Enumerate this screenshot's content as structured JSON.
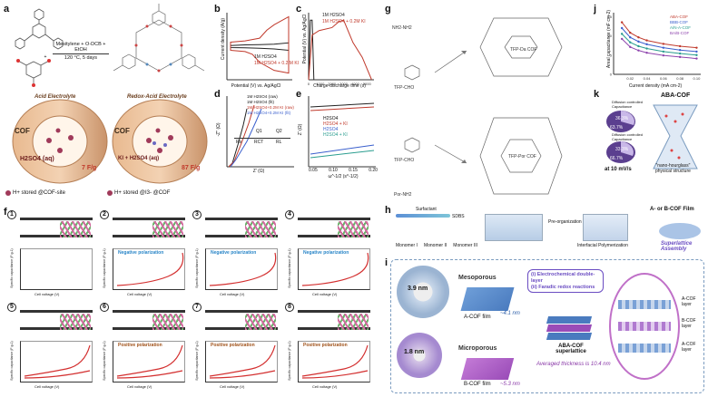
{
  "panels": {
    "a": "a",
    "b": "b",
    "c": "c",
    "d": "d",
    "e": "e",
    "f": "f",
    "g": "g",
    "h": "h",
    "i": "i",
    "j": "j",
    "k": "k"
  },
  "a": {
    "condition1": "Mesitylene + O-DCB + EtOH",
    "condition2": "120 °C, 5 days",
    "left_tube": "Acid Electrolyte",
    "right_tube": "Redox-Acid Electrolyte",
    "cof": "COF",
    "electrolyte_left": "H2SO4 (aq)",
    "electrolyte_right": "KI + H2SO4 (aq)",
    "cap_left": "7 F/g",
    "cap_right": "87 F/g",
    "legend_left": "H+ stored @COF-site",
    "legend_right": "H+ stored @I3- @COF"
  },
  "b": {
    "ylabel": "Current density (A/g)",
    "xlabel": "Potential (V) vs. Ag/AgCl",
    "legend": [
      "1M H2SO4",
      "1M H2SO4 + 0.2 M KI"
    ]
  },
  "c": {
    "ylabel": "Potential (V) vs. Ag/AgCl",
    "xlabel": "Charge-discharge time (s)",
    "legend": [
      "1M H2SO4",
      "1M H2SO4 + 0.2M KI"
    ],
    "xticks": [
      "0",
      "1000",
      "2000",
      "3000",
      "4000",
      "5000"
    ]
  },
  "d": {
    "ylabel": "-Z'' (Ω)",
    "xlabel": "Z' (Ω)",
    "legend": [
      "1M H2SO4 (raw)",
      "1M H2SO4 (fit)",
      "1M H2SO4+0.2M KI (raw)",
      "1M H2SO4+0.2M KI (fit)"
    ],
    "circuit": [
      "Q1",
      "Q2",
      "Rs",
      "RCT",
      "RL"
    ]
  },
  "e": {
    "ylabel": "Z' (Ω)",
    "xlabel": "ω^-1/2 (s^-1/2)",
    "legend": [
      "H2SO4",
      "H2SO4 + KI",
      "H2SO4",
      "H2SO4 + KI"
    ],
    "xticks": [
      "0.05",
      "0.10",
      "0.15",
      "0.20"
    ]
  },
  "f": {
    "steps": [
      "1",
      "2",
      "3",
      "4",
      "5",
      "6",
      "7",
      "8"
    ],
    "neg_label": "Negative polarization",
    "pos_label": "Positive polarization",
    "ylabel": "Specific capacitance (F g-1)",
    "xlabel": "Cell voltage (V)"
  },
  "g": {
    "top_reactant": "TFP-CHO",
    "top_amine": "NH2-NH2",
    "top_product": "TFP-Da COF",
    "bot_reactant": "TFP-CHO",
    "bot_amine": "Por-NH2",
    "bot_product": "TFP-Por COF"
  },
  "h": {
    "surfactant": "Surfactant",
    "sdbs": "SDBS",
    "monomer1": "Monomer I",
    "monomer2": "Monomer II",
    "monomer3": "Monomer III",
    "step1": "Pre-organization",
    "step2": "Interfacial Polymerization",
    "film": "A- or B-COF Film",
    "assembly": "Superlattice Assembly"
  },
  "i": {
    "pore_a": "3.9 nm",
    "pore_b": "1.8 nm",
    "meso": "Mesoporous",
    "micro": "Microporous",
    "film_a": "A-COF film",
    "film_b": "B-COF film",
    "thick_a": "~4.1 nm",
    "thick_b": "~5.3 nm",
    "mech1": "(i)  Electrochemical double-layer",
    "mech2": "(ii) Faradic redox reactions",
    "superlattice": "ABA-COF superlattice",
    "avg": "Averaged thickness is 10.4 nm",
    "layers": [
      "A-COF layer",
      "B-COF layer",
      "A-COF layer"
    ]
  },
  "j": {
    "ylabel": "Areal capacitance (mF cm-2)",
    "xlabel": "Current density (mA cm-2)",
    "legend": [
      "ABA-COF",
      "BBB-COF",
      "A/N-A-COF",
      "BA/B-COF"
    ],
    "xticks": [
      "0.02",
      "0.04",
      "0.06",
      "0.08",
      "0.10"
    ],
    "yticks": [
      "0",
      "5",
      "10",
      "15"
    ]
  },
  "k": {
    "title": "ABA-COF",
    "legend1": [
      "Diffusion controlled",
      "Capacitance"
    ],
    "legend2": [
      "Diffusion controlled",
      "Capacitance"
    ],
    "pct1a": "36.3%",
    "pct1b": "63.7%",
    "pct2a": "33.3%",
    "pct2b": "66.7%",
    "rate": "at 10 mV/s",
    "note1": "\"nano-hourglass\"",
    "note2": "physical structure"
  },
  "chart_data": [
    {
      "type": "line",
      "title": "b",
      "xlabel": "Potential (V) vs. Ag/AgCl",
      "ylabel": "Current density (A/g)",
      "series": [
        {
          "name": "1M H2SO4",
          "x": [
            0.0,
            0.2,
            0.4,
            0.6,
            0.8,
            0.8,
            0.6,
            0.4,
            0.2,
            0.0
          ],
          "y": [
            0.05,
            0.1,
            0.12,
            0.15,
            0.25,
            -0.3,
            -0.2,
            -0.15,
            -0.12,
            -0.1
          ]
        },
        {
          "name": "1M H2SO4 + 0.2 M KI",
          "x": [
            0.0,
            0.2,
            0.4,
            0.5,
            0.6,
            0.8,
            0.8,
            0.6,
            0.4,
            0.3,
            0.2,
            0.0
          ],
          "y": [
            0.3,
            0.4,
            0.6,
            1.2,
            1.6,
            2.2,
            -2.0,
            -1.8,
            -1.2,
            -0.6,
            -0.4,
            -0.3
          ]
        }
      ]
    },
    {
      "type": "line",
      "title": "c",
      "xlabel": "Charge-discharge time (s)",
      "ylabel": "Potential (V) vs. Ag/AgCl",
      "series": [
        {
          "name": "1M H2SO4",
          "x": [
            0,
            150,
            300,
            450
          ],
          "y": [
            0.0,
            0.8,
            0.8,
            0.0
          ]
        },
        {
          "name": "1M H2SO4 + 0.2M KI",
          "x": [
            0,
            300,
            900,
            2000,
            2600,
            3000,
            3800,
            4600,
            5400
          ],
          "y": [
            0.0,
            0.6,
            0.66,
            0.7,
            0.78,
            0.8,
            0.5,
            0.3,
            0.0
          ]
        }
      ]
    },
    {
      "type": "line",
      "title": "j",
      "xlabel": "Current density (mA cm-2)",
      "ylabel": "Areal capacitance (mF cm-2)",
      "x": [
        0.01,
        0.02,
        0.03,
        0.04,
        0.06,
        0.08,
        0.1
      ],
      "series": [
        {
          "name": "ABA-COF",
          "values": [
            13.5,
            10.8,
            9.6,
            8.8,
            7.9,
            7.3,
            6.9
          ]
        },
        {
          "name": "BBB-COF",
          "values": [
            12.0,
            9.6,
            8.5,
            7.8,
            6.9,
            6.3,
            5.9
          ]
        },
        {
          "name": "A/N-A-COF",
          "values": [
            10.5,
            8.3,
            7.3,
            6.7,
            5.9,
            5.4,
            5.0
          ]
        },
        {
          "name": "BA/B-COF",
          "values": [
            9.2,
            7.1,
            6.2,
            5.6,
            4.9,
            4.5,
            4.1
          ]
        }
      ]
    }
  ]
}
